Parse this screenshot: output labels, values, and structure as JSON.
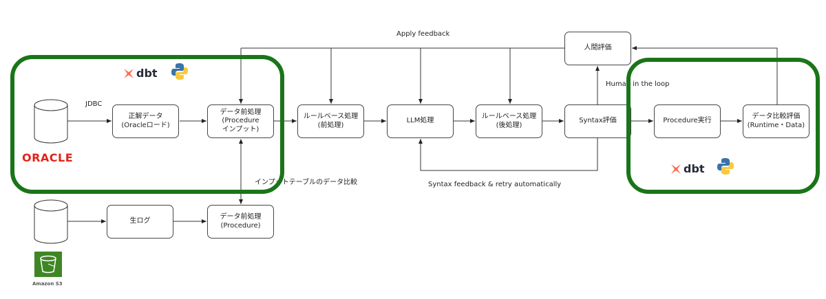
{
  "nodes": {
    "seikai": "正解データ\n(Oracleロード)",
    "preproc_input": "データ前処理\n(Procedure\nインプット)",
    "rule_pre": "ルールベース処理\n(前処理)",
    "llm": "LLM処理",
    "rule_post": "ルールベース処理\n(後処理)",
    "syntax": "Syntax評価",
    "proc_exec": "Procedure実行",
    "compare": "データ比較評価\n(Runtime・Data)",
    "human": "人間評価",
    "raw_log": "生ログ",
    "preproc": "データ前処理\n(Procedure)"
  },
  "labels": {
    "apply_feedback": "Apply feedback",
    "jdbc": "JDBC",
    "human_loop": "Human in the loop",
    "input_compare": "インプットテーブルのデータ比較",
    "syntax_feedback": "Syntax feedback & retry automatically"
  },
  "logos": {
    "oracle": "ORACLE",
    "dbt": "dbt",
    "s3": "Amazon S3"
  },
  "colors": {
    "group_border": "#1a7519",
    "oracle": "#e2231a",
    "dbt": "#ff694b",
    "s3": "#3f8624"
  }
}
